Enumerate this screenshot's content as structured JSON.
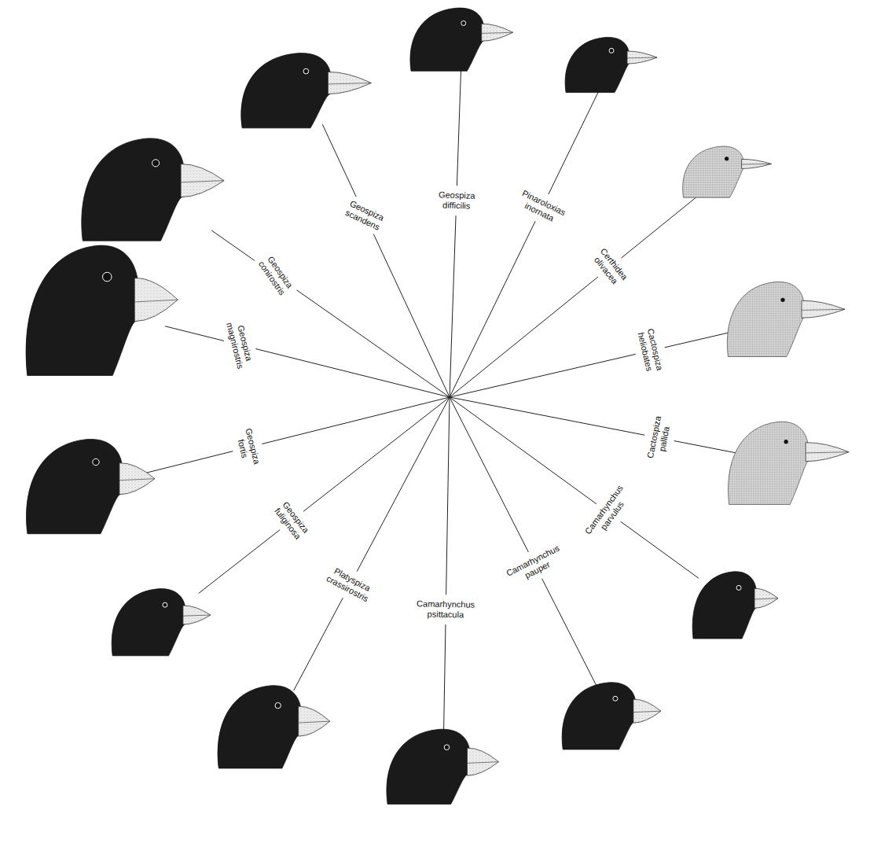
{
  "diagram": {
    "labels": [
      "Geospiza difficilis",
      "Pinaroloxias inornata",
      "Certhidea olivacea",
      "Cactospiza heliobates",
      "Cactospiza pallida",
      "Camarhynchus parvulus",
      "Camarhynchus pauper",
      "Camarhynchus psittacula",
      "Platyspiza crassirostris",
      "Geospiza fuliginosa",
      "Geospiza fortis",
      "Geospiza magnirostris",
      "Geospiza conirostris",
      "Geospiza scandens"
    ]
  }
}
